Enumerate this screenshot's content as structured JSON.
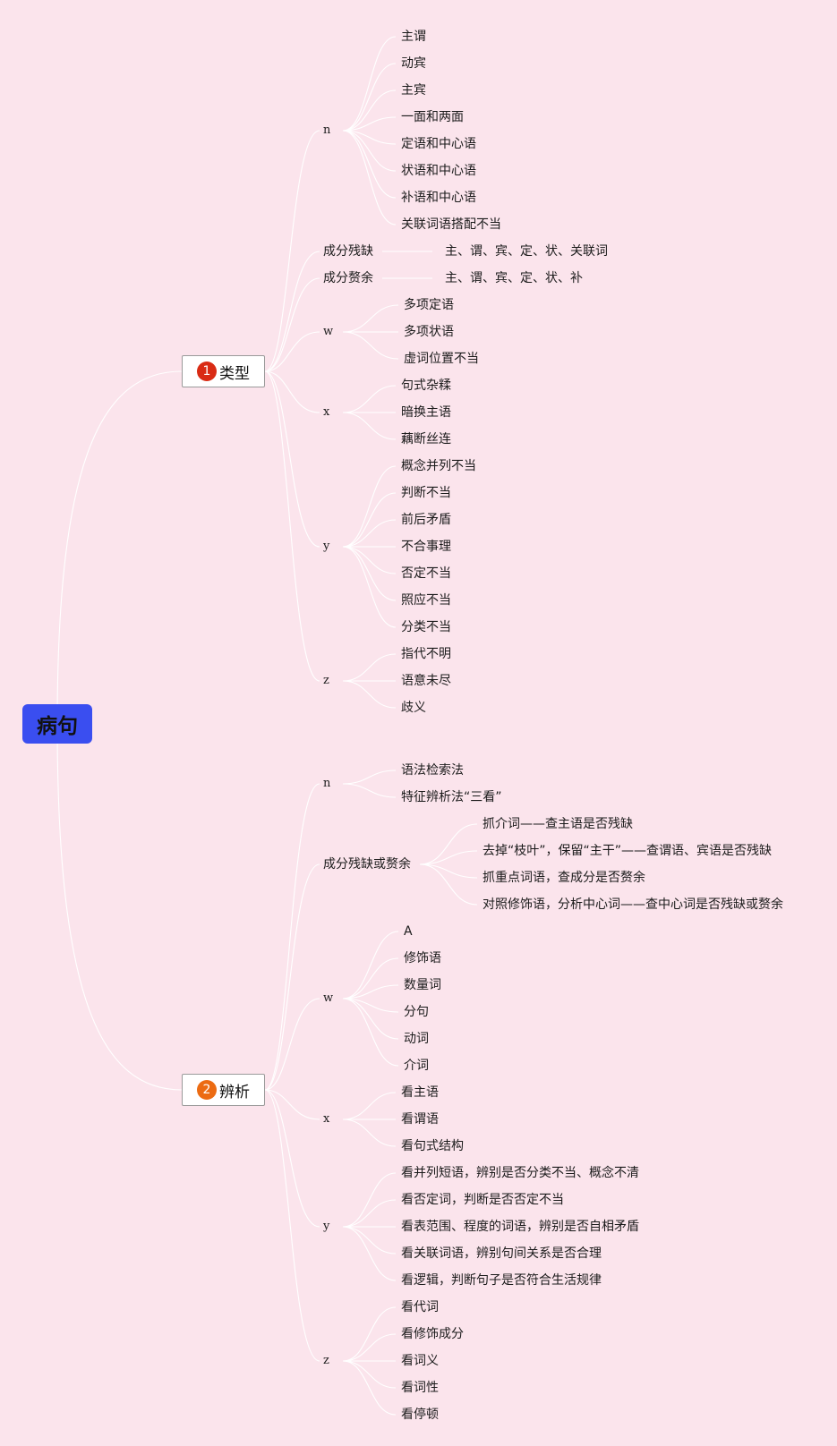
{
  "colors": {
    "background": "#fbe4ec",
    "root_fill": "#3a4ef0",
    "badge_1": "#d92b14",
    "badge_2": "#ec6b12",
    "connector": "#ffffff"
  },
  "root": {
    "label": "病句"
  },
  "branches": [
    {
      "number": "1",
      "label": "类型",
      "groups": [
        {
          "label": "n",
          "children": [
            "主谓",
            "动宾",
            "主宾",
            "一面和两面",
            "定语和中心语",
            "状语和中心语",
            "补语和中心语",
            "关联词语搭配不当"
          ]
        },
        {
          "label": "成分残缺",
          "children": [
            "主、谓、宾、定、状、关联词"
          ]
        },
        {
          "label": "成分赘余",
          "children": [
            "主、谓、宾、定、状、补"
          ]
        },
        {
          "label": "w",
          "children": [
            "多项定语",
            "多项状语",
            "虚词位置不当"
          ]
        },
        {
          "label": "x",
          "children": [
            "句式杂糅",
            "暗换主语",
            "藕断丝连"
          ]
        },
        {
          "label": "y",
          "children": [
            "概念并列不当",
            "判断不当",
            "前后矛盾",
            "不合事理",
            "否定不当",
            "照应不当",
            "分类不当"
          ]
        },
        {
          "label": "z",
          "children": [
            "指代不明",
            "语意未尽",
            "歧义"
          ]
        }
      ]
    },
    {
      "number": "2",
      "label": "辨析",
      "groups": [
        {
          "label": "n",
          "children": [
            "语法检索法",
            "特征辨析法“三看”"
          ]
        },
        {
          "label": "成分残缺或赘余",
          "children": [
            "抓介词——查主语是否残缺",
            "去掉“枝叶”，保留“主干”——查谓语、宾语是否残缺",
            "抓重点词语，查成分是否赘余",
            "对照修饰语，分析中心词——查中心词是否残缺或赘余"
          ]
        },
        {
          "label": "w",
          "children": [
            "A",
            "修饰语",
            "数量词",
            "分句",
            "动词",
            "介词"
          ]
        },
        {
          "label": "x",
          "children": [
            "看主语",
            "看谓语",
            "看句式结构"
          ]
        },
        {
          "label": "y",
          "children": [
            "看并列短语，辨别是否分类不当、概念不清",
            "看否定词，判断是否否定不当",
            "看表范围、程度的词语，辨别是否自相矛盾",
            "看关联词语，辨别句间关系是否合理",
            "看逻辑，判断句子是否符合生活规律"
          ]
        },
        {
          "label": "z",
          "children": [
            "看代词",
            "看修饰成分",
            "看词义",
            "看词性",
            "看停顿"
          ]
        }
      ]
    }
  ]
}
